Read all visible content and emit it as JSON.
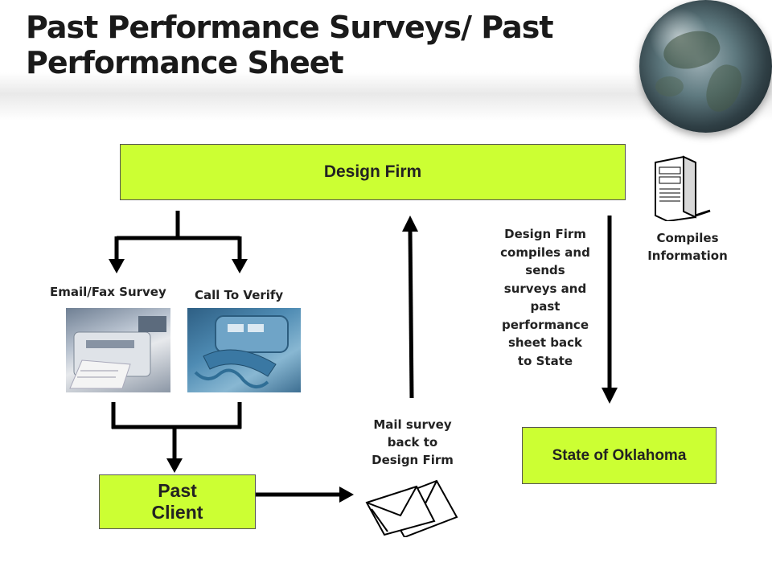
{
  "title": "Past Performance Surveys/ Past Performance Sheet",
  "nodes": {
    "design_firm": "Design Firm",
    "state": "State of Oklahoma",
    "past_client": "Past\nClient"
  },
  "labels": {
    "email_fax": "Email/Fax Survey",
    "call_verify": "Call To Verify",
    "compiles": "Compiles Information",
    "compiles_sends": "Design Firm\ncompiles and\nsends\nsurveys and\npast\nperformance\nsheet back\nto State",
    "mail_survey": "Mail survey\nback to\nDesign Firm"
  },
  "images": {
    "fax": "fax-machine-photo",
    "phone": "telephone-photo",
    "server": "server-tower-icon",
    "envelope": "envelopes-icon"
  },
  "colors": {
    "box_fill": "#ccff33",
    "arrow": "#000000"
  }
}
